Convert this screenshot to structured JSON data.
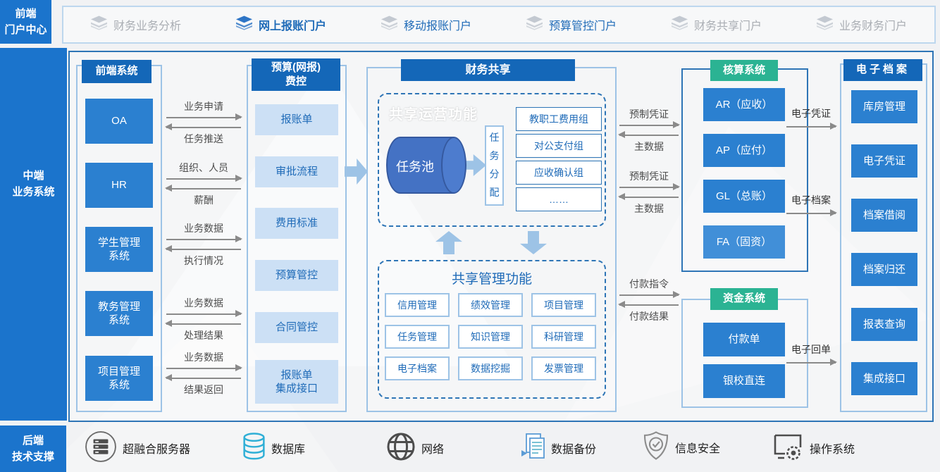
{
  "sidebar": {
    "front": "前端\n门户中心",
    "middle": "中端\n业务系统",
    "back": "后端\n技术支撑"
  },
  "portal": {
    "items": [
      {
        "label": "财务业务分析",
        "state": "inactive"
      },
      {
        "label": "网上报账门户",
        "state": "active"
      },
      {
        "label": "移动报账门户",
        "state": "enabled"
      },
      {
        "label": "预算管控门户",
        "state": "enabled"
      },
      {
        "label": "财务共享门户",
        "state": "inactive"
      },
      {
        "label": "业务财务门户",
        "state": "inactive"
      }
    ]
  },
  "frontend": {
    "header": "前端系统",
    "items": [
      "OA",
      "HR",
      "学生管理\n系统",
      "教务管理\n系统",
      "项目管理\n系统"
    ]
  },
  "flows_left": [
    {
      "top": "业务申请",
      "bottom": "任务推送"
    },
    {
      "top": "组织、人员",
      "bottom": "薪酬"
    },
    {
      "top": "业务数据",
      "bottom": "执行情况"
    },
    {
      "top": "业务数据",
      "bottom": "处理结果"
    },
    {
      "top": "业务数据",
      "bottom": "结果返回"
    }
  ],
  "budget": {
    "header": "预算(网报)\n费控",
    "items": [
      "报账单",
      "审批流程",
      "费用标准",
      "预算管控",
      "合同管控",
      "报账单\n集成接口"
    ]
  },
  "sharing": {
    "header": "财务共享",
    "operation": {
      "title": "共享运营功能",
      "task_pool": "任务池",
      "task_assign": "任务分配",
      "groups": [
        "教职工费用组",
        "对公支付组",
        "应收确认组",
        "……"
      ]
    },
    "management": {
      "title": "共享管理功能",
      "items": [
        "信用管理",
        "绩效管理",
        "项目管理",
        "任务管理",
        "知识管理",
        "科研管理",
        "电子档案",
        "数据挖掘",
        "发票管理"
      ]
    }
  },
  "flows_right": [
    {
      "top": "预制凭证",
      "bottom": "主数据"
    },
    {
      "top": "预制凭证",
      "bottom": "主数据"
    },
    {
      "top": "付款指令",
      "bottom": "付款结果"
    }
  ],
  "accounting": {
    "header": "核算系统",
    "items": [
      "AR（应收）",
      "AP（应付）",
      "GL（总账）",
      "FA（固资）"
    ]
  },
  "funds": {
    "header": "资金系统",
    "items": [
      "付款单",
      "银校直连"
    ]
  },
  "flows_far_right": [
    {
      "label": "电子凭证"
    },
    {
      "label": "电子档案"
    },
    {
      "label": "电子回单"
    }
  ],
  "archive": {
    "header": "电子档案",
    "items": [
      "库房管理",
      "电子凭证",
      "档案借阅",
      "档案归还",
      "报表查询",
      "集成接口"
    ]
  },
  "infrastructure": {
    "items": [
      {
        "label": "超融合服务器",
        "icon": "server-icon"
      },
      {
        "label": "数据库",
        "icon": "database-icon"
      },
      {
        "label": "网络",
        "icon": "network-icon"
      },
      {
        "label": "数据备份",
        "icon": "backup-icon"
      },
      {
        "label": "信息安全",
        "icon": "shield-icon"
      },
      {
        "label": "操作系统",
        "icon": "os-icon"
      }
    ]
  },
  "colors": {
    "sidebar_blue": "#1B74CC",
    "header_blue": "#1467B8",
    "item_blue": "#2B80D0",
    "item_blue_light": "#418FD8",
    "light_fill": "#CCE0F5",
    "accent_text_blue": "#1F6BB8",
    "green_header": "#2BB393",
    "light_border": "#9DC3E6",
    "dark_border": "#2E75B6",
    "cylinder_blue": "#4472C4",
    "arrow_gray": "#8A8A8A",
    "inactive_gray": "#A9ADB3",
    "database_cyan": "#2FAFD6"
  }
}
